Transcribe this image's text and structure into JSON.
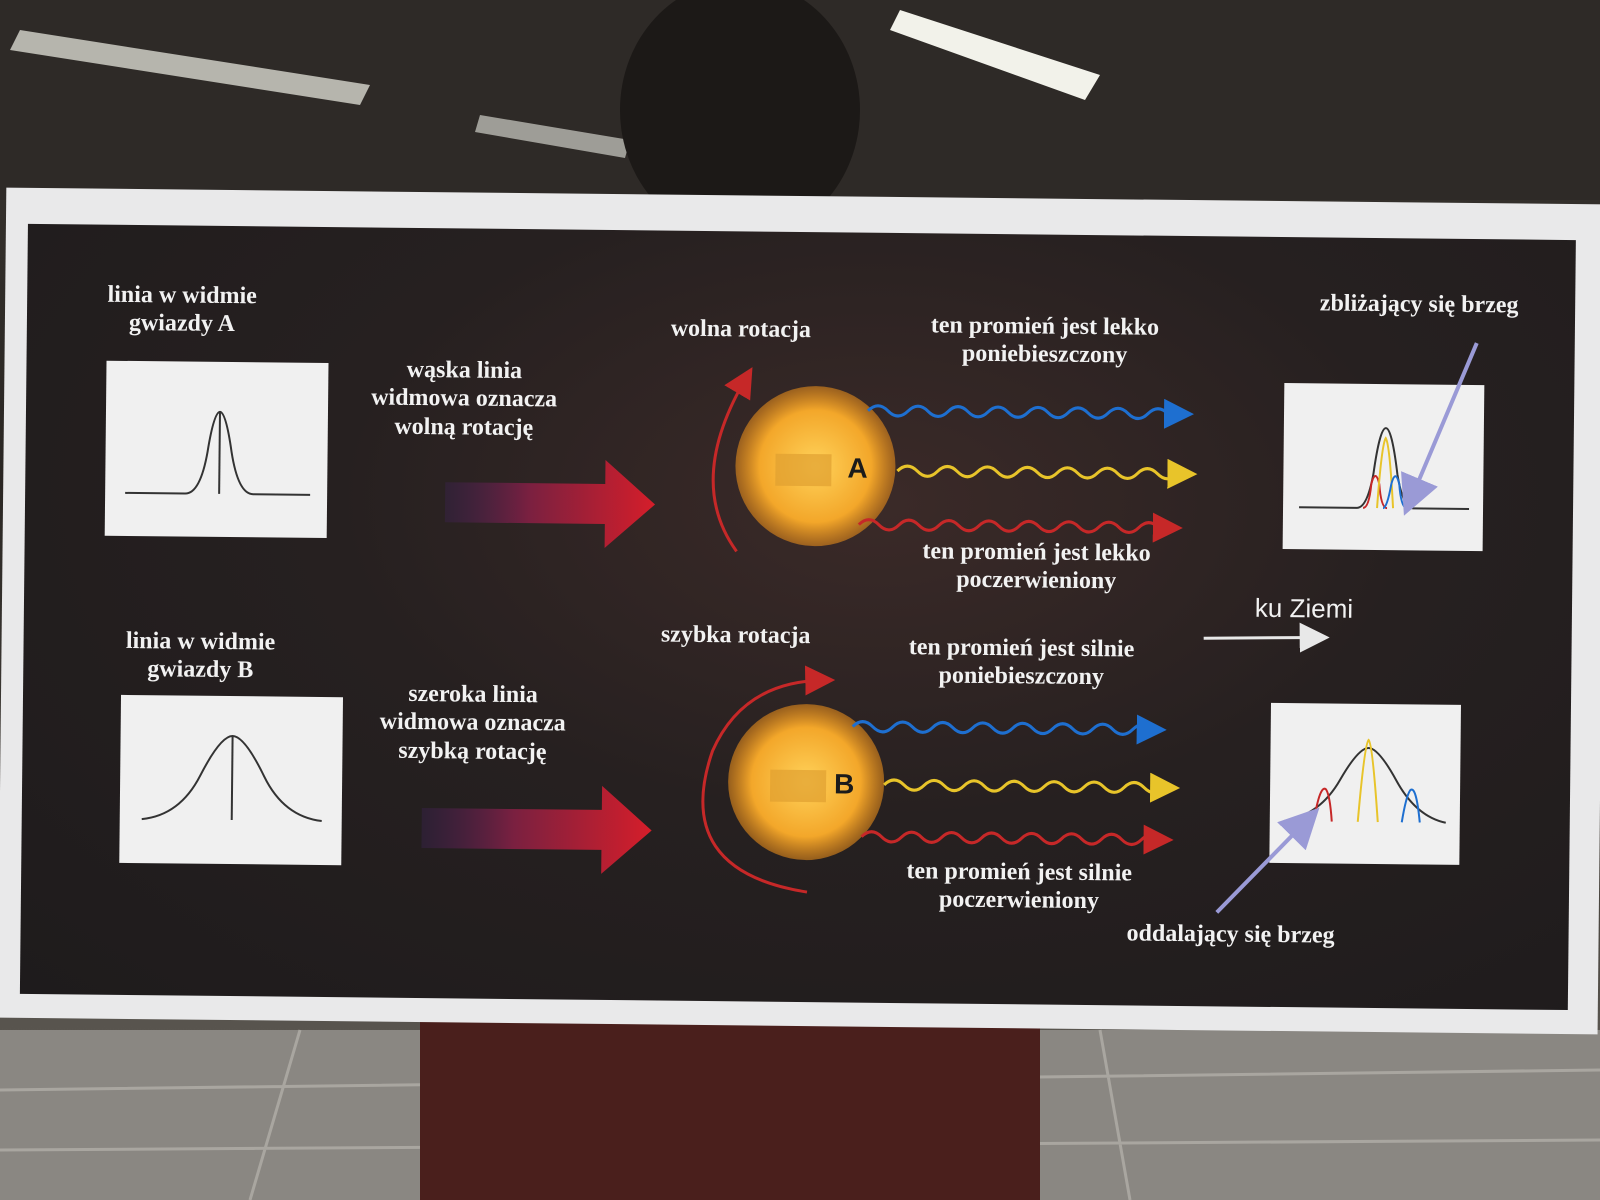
{
  "star_a": {
    "title_line1": "linia w widmie",
    "title_line2": "gwiazdy A",
    "letter": "A",
    "rotation_label": "wolna rotacja",
    "desc_line1": "wąska linia",
    "desc_line2": "widmowa oznacza",
    "desc_line3": "wolną rotację",
    "blue_ray_line1": "ten promień jest lekko",
    "blue_ray_line2": "poniebieszczony",
    "red_ray_line1": "ten promień jest lekko",
    "red_ray_line2": "poczerwieniony"
  },
  "star_b": {
    "title_line1": "linia w widmie",
    "title_line2": "gwiazdy B",
    "letter": "B",
    "rotation_label": "szybka rotacja",
    "desc_line1": "szeroka linia",
    "desc_line2": "widmowa oznacza",
    "desc_line3": "szybką rotację",
    "blue_ray_line1": "ten promień jest silnie",
    "blue_ray_line2": "poniebieszczony",
    "red_ray_line1": "ten promień jest silnie",
    "red_ray_line2": "poczerwieniony"
  },
  "labels": {
    "approaching_edge": "zbliżający się brzeg",
    "receding_edge": "oddalający się brzeg",
    "toward_earth": "ku Ziemi"
  },
  "colors": {
    "blue_ray": "#1e6fd0",
    "yellow_ray": "#e8c42a",
    "red_ray": "#c62828",
    "star": "#f3b133",
    "arrow_gradient_end": "#d51e2a",
    "pointer_arrow": "#9a9ad6"
  }
}
